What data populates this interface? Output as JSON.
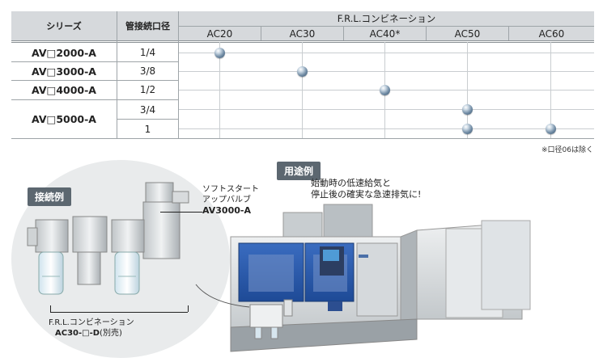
{
  "table": {
    "col_series": "シリーズ",
    "col_port": "管接続口径",
    "col_frl": "F.R.L.コンビネーション",
    "frl": [
      "AC20",
      "AC30",
      "AC40*",
      "AC50",
      "AC60"
    ],
    "rows": [
      {
        "series": "AV□2000-A",
        "ports": [
          "1/4"
        ]
      },
      {
        "series": "AV□3000-A",
        "ports": [
          "3/8"
        ]
      },
      {
        "series": "AV□4000-A",
        "ports": [
          "1/2"
        ]
      },
      {
        "series": "AV□5000-A",
        "ports": [
          "3/4",
          "1"
        ]
      }
    ],
    "matches": [
      [
        0,
        0
      ],
      [
        1,
        1
      ],
      [
        2,
        2
      ],
      [
        3,
        3
      ],
      [
        4,
        3
      ],
      [
        4,
        4
      ]
    ],
    "note": "※口径06は除く"
  },
  "lower": {
    "connection_tag": "接続例",
    "usage_tag": "用途例",
    "usage_line1": "始動時の低速給気と",
    "usage_line2": "停止後の確実な急速排気に!",
    "valve_line1": "ソフトスタート",
    "valve_line2": "アップバルブ",
    "valve_model": "AV3000-A",
    "frl_line": "F.R.L.コンビネーション",
    "frl_model": "AC30-□-D",
    "frl_suffix": "(別売)"
  },
  "colors": {
    "header_bg": "#d6d9dc",
    "tag_bg": "#5c6770",
    "machine_blue": "#2a5aa8"
  }
}
